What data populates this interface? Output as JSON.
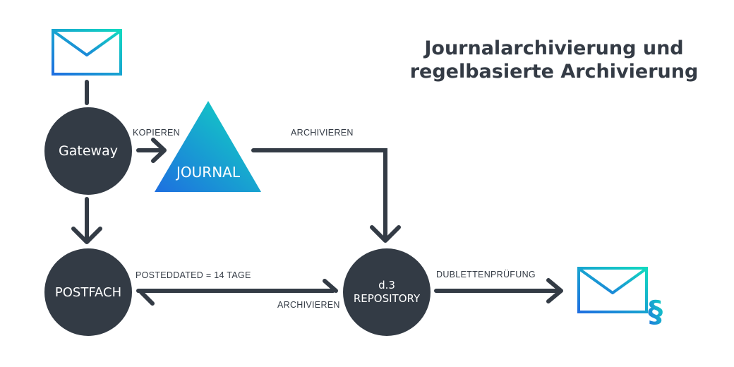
{
  "title": {
    "line1": "Journalarchivierung und",
    "line2": "regelbasierte Archivierung"
  },
  "nodes": {
    "gateway": "Gateway",
    "journal": "JOURNAL",
    "postfach": "POSTFACH",
    "repository_line1": "d.3",
    "repository_line2": "REPOSITORY"
  },
  "edges": {
    "kopieren": "KOPIEREN",
    "archivieren_top": "ARCHIVIEREN",
    "posteddated": "POSTEDDATED = 14 TAGE",
    "archivieren_bottom": "ARCHIVIEREN",
    "dublettenpruefung": "DUBLETTENPRÜFUNG"
  },
  "icons": {
    "mail_top": "envelope-icon",
    "mail_right": "envelope-icon",
    "paragraph": "§"
  },
  "colors": {
    "node": "#333b45",
    "gradient_start": "#1e6fe0",
    "gradient_end": "#11d9c0"
  }
}
